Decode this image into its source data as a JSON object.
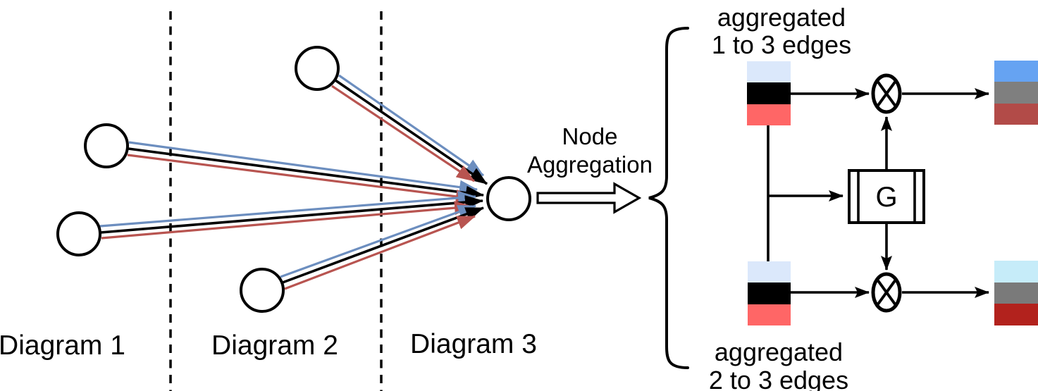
{
  "sections": {
    "diagram1_label": "Diagram 1",
    "diagram2_label": "Diagram 2",
    "diagram3_label": "Diagram 3"
  },
  "aggregation_arrow": {
    "line1": "Node",
    "line2": "Aggregation"
  },
  "flowchart": {
    "gate_label": "G",
    "top_caption_line1": "aggregated",
    "top_caption_line2": "1 to 3 edges",
    "bottom_caption_line1": "aggregated",
    "bottom_caption_line2": "2 to 3 edges"
  },
  "colors": {
    "edge_black": "#000000",
    "edge_blue": "#6c8ebf",
    "edge_red": "#b85450",
    "input_light_blue": "#dbe8fb",
    "input_black": "#000000",
    "input_red": "#ff6666",
    "output_top_blue": "#66a3f2",
    "output_gray": "#7f7f7f",
    "output_top_dark_red": "#b24b48",
    "output_bottom_cyan": "#c6ecf9",
    "output_bottom_gray": "#7a7a7a",
    "output_bottom_dark_red": "#b2221d"
  }
}
